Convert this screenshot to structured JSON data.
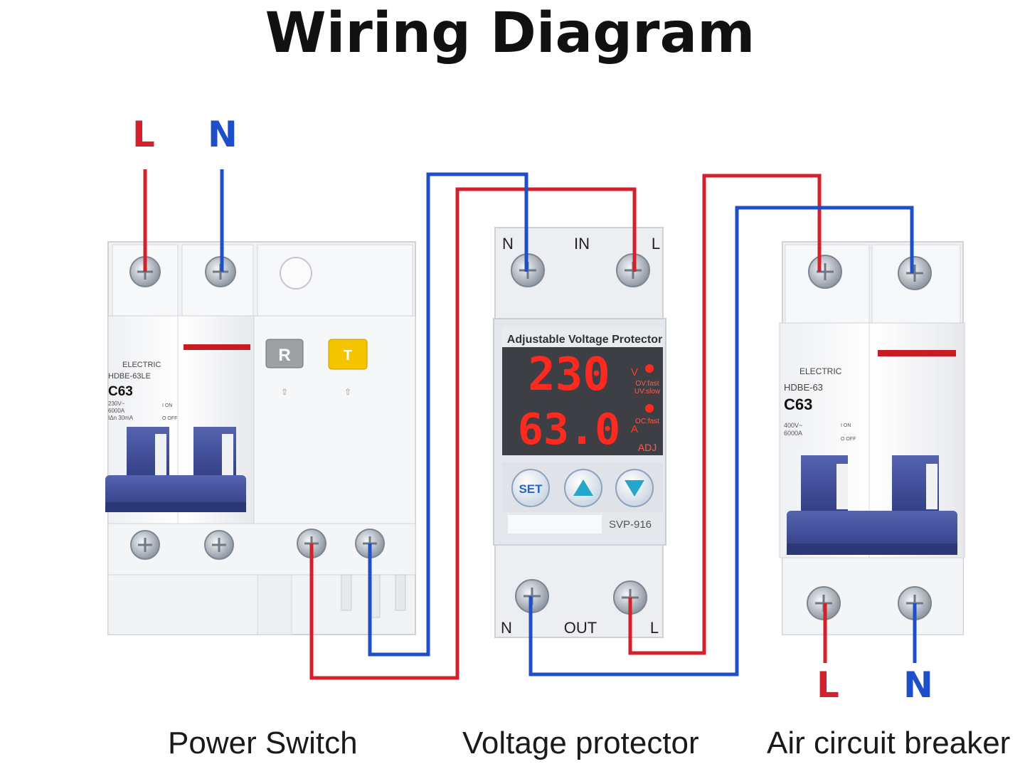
{
  "title": "Wiring Diagram",
  "captions": {
    "power_switch": "Power Switch",
    "voltage_protector": "Voltage protector",
    "air_breaker": "Air circuit breaker"
  },
  "wire_labels": {
    "input_live": "L",
    "input_neutral": "N",
    "output_live": "L",
    "output_neutral": "N"
  },
  "power_switch": {
    "brand": "ELECTRIC",
    "model": "HDBE-63LE",
    "rating": "C63",
    "spec": [
      "230V~",
      "6000A",
      "IΔn 30mA"
    ],
    "on_off": [
      "I ON",
      "O OFF"
    ],
    "reset_button": "R",
    "test_button": "T"
  },
  "voltage_protector": {
    "header_left": "N",
    "header_mid": "IN",
    "header_right": "L",
    "panel_title": "Adjustable Voltage Protector",
    "voltage_reading": "230",
    "current_reading": "63.0",
    "voltage_unit": "V",
    "current_unit": "A",
    "voltage_mode": [
      "OV:fast",
      "UV:slow"
    ],
    "current_mode": "OC:fast",
    "adj": "ADJ",
    "set_button": "SET",
    "model": "SVP-916",
    "footer_left": "N",
    "footer_mid": "OUT",
    "footer_right": "L"
  },
  "air_breaker": {
    "brand": "ELECTRIC",
    "model": "HDBE-63",
    "rating": "C63",
    "spec": [
      "400V~",
      "6000A"
    ],
    "on_off": [
      "I ON",
      "O OFF"
    ]
  },
  "colors": {
    "live": "#d41f2c",
    "neutral": "#1f4fc8",
    "lever": "#3e4f9a",
    "display_red": "#ff2a1f"
  }
}
